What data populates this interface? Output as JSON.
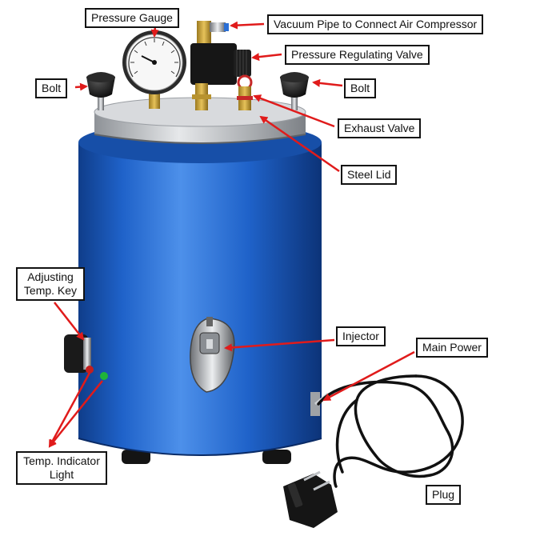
{
  "colors": {
    "body_blue": "#1f62c9",
    "body_blue_dark": "#0f3d8a",
    "body_blue_light": "#4d90ea",
    "lid_steel": "#c9ccd0",
    "arrow_red": "#e01b1b",
    "knob_black": "#1a1a1a",
    "indicator_green": "#1fb43a",
    "indicator_red": "#c41f1f"
  },
  "labels": {
    "pressure_gauge": "Pressure Gauge",
    "vacuum_pipe": "Vacuum Pipe to Connect Air Compressor",
    "pressure_regulating_valve": "Pressure Regulating Valve",
    "bolt_left": "Bolt",
    "bolt_right": "Bolt",
    "exhaust_valve": "Exhaust Valve",
    "steel_lid": "Steel Lid",
    "adjusting_temp_key": "Adjusting Temp. Key",
    "injector": "Injector",
    "main_power": "Main Power",
    "temp_indicator_light": "Temp. Indicator Light",
    "plug": "Plug"
  },
  "icons": {
    "gauge": "pressure-gauge-icon",
    "valve": "regulator-valve-icon",
    "plug": "eu-plug-icon"
  }
}
